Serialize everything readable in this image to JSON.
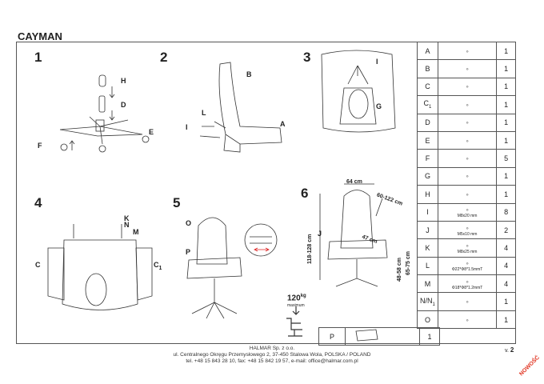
{
  "title": "CAYMAN",
  "steps": [
    "1",
    "2",
    "3",
    "4",
    "5",
    "6"
  ],
  "callouts": {
    "s1_h": "H",
    "s1_d": "D",
    "s1_e": "E",
    "s1_f": "F",
    "s2_b": "B",
    "s2_l": "L",
    "s2_i": "I",
    "s2_a": "A",
    "s3_i": "I",
    "s3_g": "G",
    "s4_k": "K",
    "s4_n": "N",
    "s4_m": "M",
    "s4_c": "C",
    "s4_c1": "C",
    "s4_c1_sub": "1",
    "s5_o": "O",
    "s5_p": "P",
    "s6_j": "J"
  },
  "dimensions": {
    "width": "64 cm",
    "depth": "60-122 cm",
    "height": "118-128 cm",
    "seat": "47 cm",
    "seat_height": "48-58 cm",
    "arm_height": "65-75 cm"
  },
  "weight": {
    "value": "120",
    "unit": "kg",
    "caption": "maximum"
  },
  "parts": [
    {
      "code": "A",
      "sub": "",
      "caption": "",
      "qty": "1"
    },
    {
      "code": "B",
      "sub": "",
      "caption": "",
      "qty": "1"
    },
    {
      "code": "C",
      "sub": "",
      "caption": "",
      "qty": "1"
    },
    {
      "code": "C",
      "sub": "1",
      "caption": "",
      "qty": "1"
    },
    {
      "code": "D",
      "sub": "",
      "caption": "",
      "qty": "1"
    },
    {
      "code": "E",
      "sub": "",
      "caption": "",
      "qty": "1"
    },
    {
      "code": "F",
      "sub": "",
      "caption": "",
      "qty": "5"
    },
    {
      "code": "G",
      "sub": "",
      "caption": "",
      "qty": "1"
    },
    {
      "code": "H",
      "sub": "",
      "caption": "",
      "qty": "1"
    },
    {
      "code": "I",
      "sub": "",
      "caption": "M8x20 mm",
      "qty": "8"
    },
    {
      "code": "J",
      "sub": "",
      "caption": "M5x10 mm",
      "qty": "2"
    },
    {
      "code": "K",
      "sub": "",
      "caption": "M8x25 mm",
      "qty": "4"
    },
    {
      "code": "L",
      "sub": "",
      "caption": "Φ22*Φ8*1.5mmT",
      "qty": "4"
    },
    {
      "code": "M",
      "sub": "",
      "caption": "Φ18*Φ8*1.2mmT",
      "qty": "4"
    },
    {
      "code": "N/N",
      "sub": "1",
      "caption": "",
      "qty": "1"
    },
    {
      "code": "O",
      "sub": "",
      "caption": "",
      "qty": "1"
    }
  ],
  "part_p": {
    "code": "P",
    "qty": "1"
  },
  "footer": {
    "line1": "HALMAR Sp. z o.o.",
    "line2": "ul. Centralnego Okręgu Przemysłowego 2, 37-450 Stalowa Wola, POLSKA / POLAND",
    "line3": "tel. +48 15 843 28 10, fax: +48 15 842 19 57, e-mail: office@halmar.com.pl"
  },
  "version": {
    "prefix": "v.",
    "number": "2"
  },
  "badge": "NOWOŚĆ"
}
